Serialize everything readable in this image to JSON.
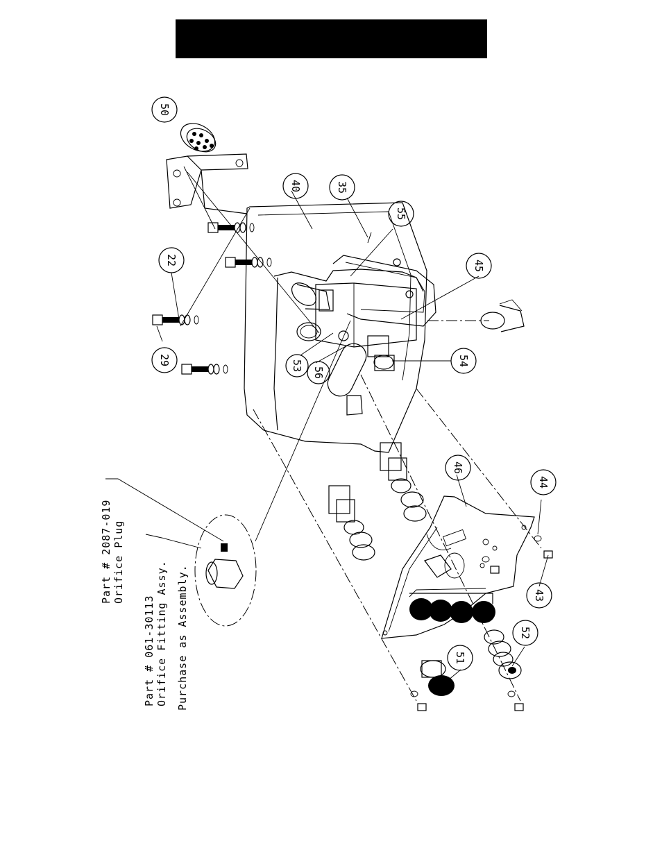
{
  "header": {
    "title": ""
  },
  "callouts": [
    {
      "id": "c50",
      "label": "50"
    },
    {
      "id": "c40",
      "label": "40"
    },
    {
      "id": "c35",
      "label": "35"
    },
    {
      "id": "c55",
      "label": "55"
    },
    {
      "id": "c22",
      "label": "22"
    },
    {
      "id": "c29",
      "label": "29"
    },
    {
      "id": "c45",
      "label": "45"
    },
    {
      "id": "c53",
      "label": "53"
    },
    {
      "id": "c56",
      "label": "56"
    },
    {
      "id": "c54",
      "label": "54"
    },
    {
      "id": "c46",
      "label": "46"
    },
    {
      "id": "c44",
      "label": "44"
    },
    {
      "id": "c43",
      "label": "43"
    },
    {
      "id": "c51",
      "label": "51"
    },
    {
      "id": "c52",
      "label": "52"
    }
  ],
  "notes": {
    "plug_part": "Part # 2087-019",
    "plug_name": "Orifice Plug",
    "fitting_part": "Part # 061-30113",
    "fitting_name": "Orifice Fitting Assy.",
    "purchase": "Purchase as Assembly."
  }
}
